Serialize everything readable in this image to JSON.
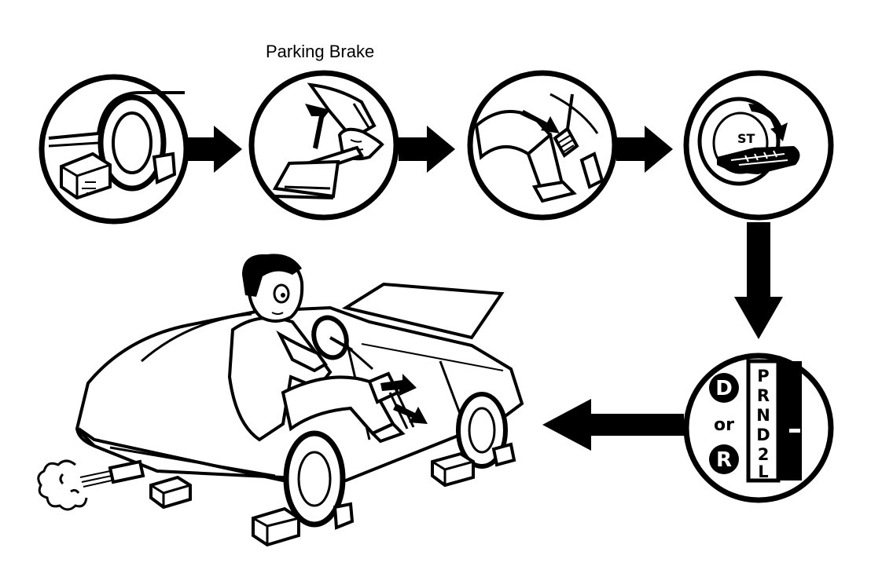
{
  "title_label": "Parking Brake",
  "steps": [
    {
      "id": "chock-wheels",
      "icon": "wheel-chock-icon"
    },
    {
      "id": "parking-brake",
      "icon": "parking-brake-lever-icon"
    },
    {
      "id": "depress-pedal",
      "icon": "brake-pedal-icon"
    },
    {
      "id": "ignition-start",
      "icon": "ignition-key-icon"
    },
    {
      "id": "select-gear",
      "icon": "gear-selector-icon"
    }
  ],
  "key_label": "ST",
  "gear_indicator": {
    "positions": [
      "P",
      "R",
      "N",
      "D",
      "2",
      "L"
    ],
    "options": [
      "D",
      "or",
      "R"
    ]
  },
  "colors": {
    "ink": "#000000",
    "paper": "#ffffff"
  }
}
